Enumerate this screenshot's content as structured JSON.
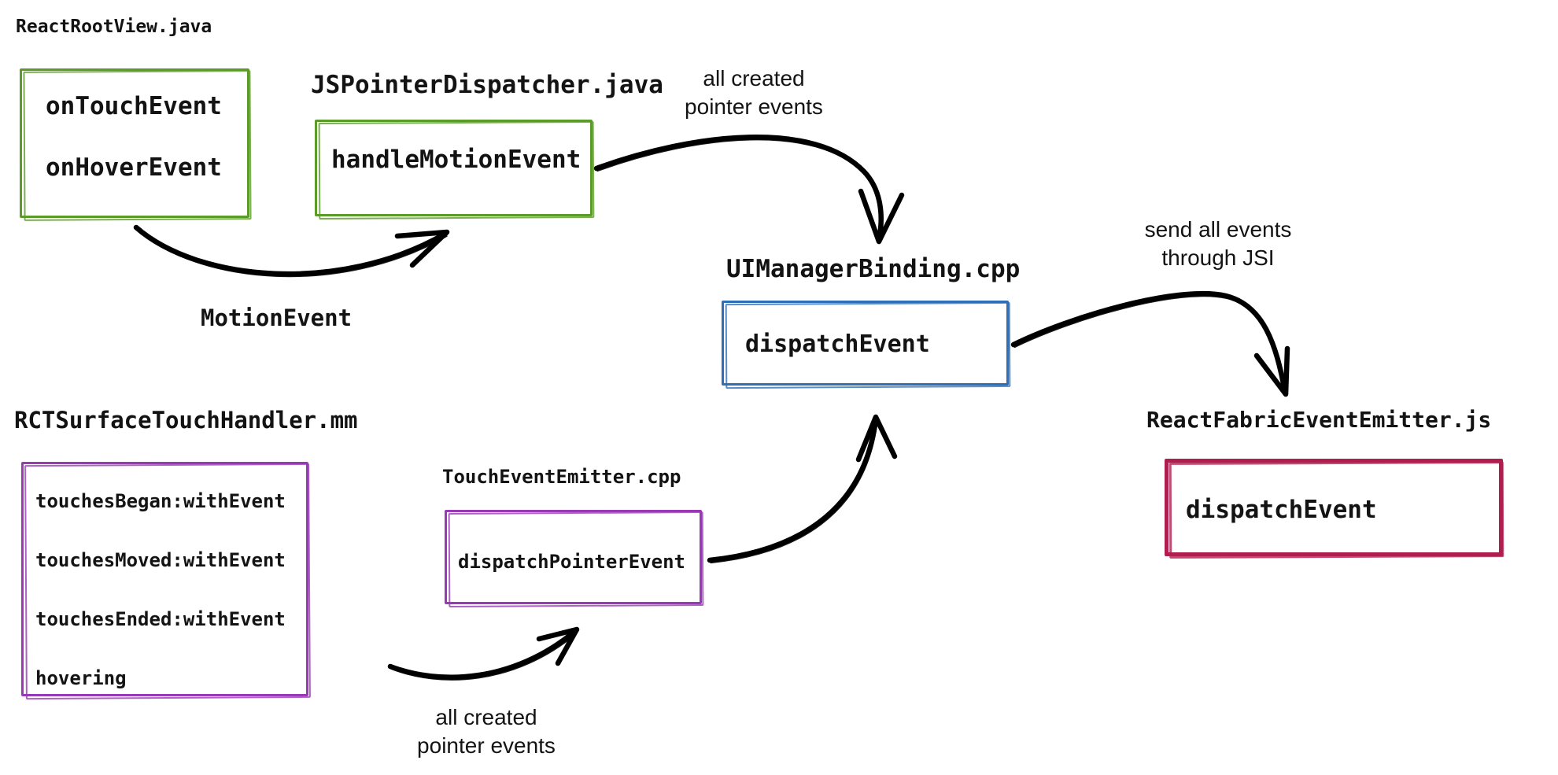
{
  "page": {
    "background": "#ffffff"
  },
  "colors": {
    "android_green": "#5b9b28",
    "cpp_blue": "#2e6fb7",
    "ios_purple": "#9a39b6",
    "js_crimson": "#b01e4f",
    "arrow_black": "#000000",
    "text_black": "#131313"
  },
  "nodes": {
    "react_root_view": {
      "title": "ReactRootView.java",
      "items": [
        "onTouchEvent",
        "onHoverEvent"
      ]
    },
    "js_pointer_dispatcher": {
      "title": "JSPointerDispatcher.java",
      "items": [
        "handleMotionEvent"
      ]
    },
    "ui_manager_binding": {
      "title": "UIManagerBinding.cpp",
      "items": [
        "dispatchEvent"
      ]
    },
    "rct_surface_touch_handler": {
      "title": "RCTSurfaceTouchHandler.mm",
      "items": [
        "touchesBegan:withEvent",
        "touchesMoved:withEvent",
        "touchesEnded:withEvent",
        "hovering"
      ]
    },
    "touch_event_emitter": {
      "title": "TouchEventEmitter.cpp",
      "items": [
        "dispatchPointerEvent"
      ]
    },
    "react_fabric_event_emitter": {
      "title": "ReactFabricEventEmitter.js",
      "items": [
        "dispatchEvent"
      ]
    }
  },
  "edges": {
    "root_view_to_dispatcher": {
      "from": "react_root_view",
      "to": "js_pointer_dispatcher",
      "label": "MotionEvent"
    },
    "dispatcher_to_ui_manager": {
      "from": "js_pointer_dispatcher",
      "to": "ui_manager_binding",
      "label_line1": "all created",
      "label_line2": "pointer events"
    },
    "ui_manager_to_fabric_emitter": {
      "from": "ui_manager_binding",
      "to": "react_fabric_event_emitter",
      "label_line1": "send all events",
      "label_line2": "through JSI"
    },
    "touch_handler_to_touch_emitter": {
      "from": "rct_surface_touch_handler",
      "to": "touch_event_emitter",
      "label_line1": "all created",
      "label_line2": "pointer events"
    },
    "touch_emitter_to_ui_manager": {
      "from": "touch_event_emitter",
      "to": "ui_manager_binding"
    }
  }
}
